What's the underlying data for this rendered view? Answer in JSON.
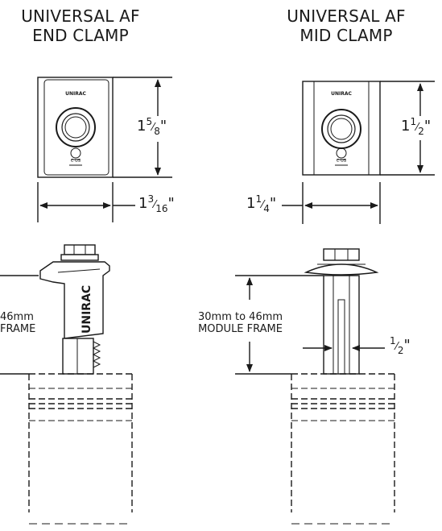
{
  "end_clamp": {
    "title_line1": "UNIVERSAL AF",
    "title_line2": "END CLAMP",
    "height_whole": "1",
    "height_num": "5",
    "height_den": "8",
    "width_whole": "1",
    "width_num": "3",
    "width_den": "16",
    "inch": "\"",
    "side_range": "46mm",
    "side_frame": "FRAME",
    "brand_marking": "UNIRAC",
    "side_brand": "UNIRAC",
    "cert_marking": "C US"
  },
  "mid_clamp": {
    "title_line1": "UNIVERSAL AF",
    "title_line2": "MID CLAMP",
    "height_whole": "1",
    "height_num": "1",
    "height_den": "2",
    "width_whole": "1",
    "width_num": "1",
    "width_den": "4",
    "inch": "\"",
    "frame_range": "30mm to 46mm",
    "frame_label": "MODULE FRAME",
    "gap_num": "1",
    "gap_den": "2",
    "brand_marking": "UNIRAC",
    "cert_marking": "C US"
  }
}
